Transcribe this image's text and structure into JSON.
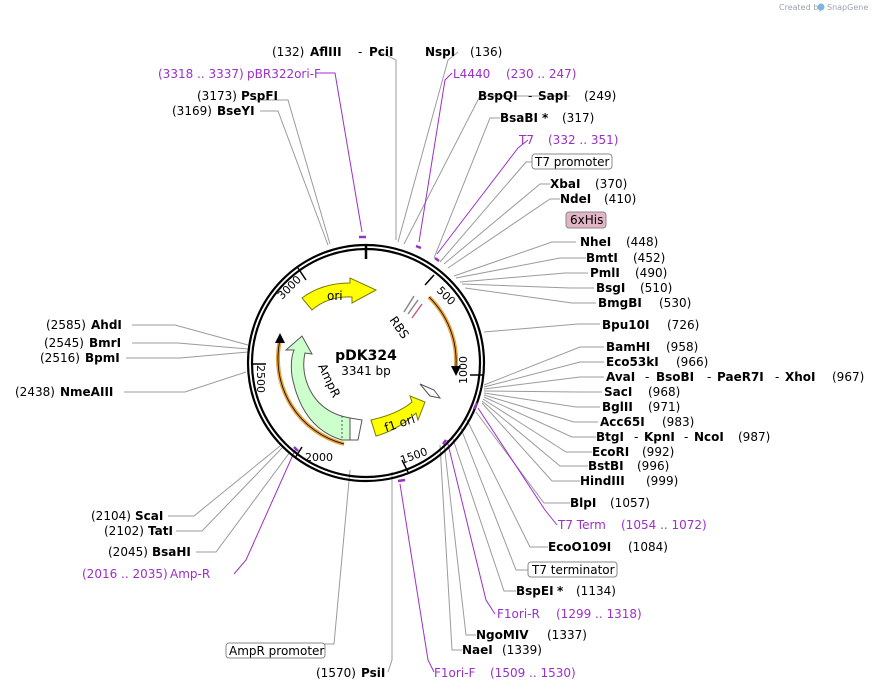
{
  "credit": {
    "created_by": "Created by",
    "brand": "SnapGene"
  },
  "plasmid": {
    "name": "pDK324",
    "size": "3341 bp"
  },
  "ticks": [
    "500",
    "1000",
    "1500",
    "2000",
    "2500",
    "3000"
  ],
  "features": {
    "ori": "ori",
    "rbs": "RBS",
    "ampr": "AmpR",
    "f1ori": "f1 ori"
  },
  "colors": {
    "ori": "#ffff00",
    "ampr": "#ccffcc",
    "primer": "#9b30c9",
    "promoter_arc": "#e8a13a",
    "his_box": "#e3b3c6"
  },
  "labels": {
    "afliii": {
      "pos": "(132)",
      "name": "AflIII"
    },
    "pcii": {
      "name": "PciI"
    },
    "nspi": {
      "name": "NspI",
      "pos": "(136)"
    },
    "pbr322orif": {
      "range": "(3318 .. 3337)",
      "name": "pBR322ori-F"
    },
    "l4440": {
      "name": "L4440",
      "range": "(230 .. 247)"
    },
    "pspfi": {
      "pos": "(3173)",
      "name": "PspFI"
    },
    "bspqi": {
      "name": "BspQI",
      "pos": "(249)"
    },
    "sapi": {
      "name": "SapI"
    },
    "bseyi": {
      "pos": "(3169)",
      "name": "BseYI"
    },
    "bsabi": {
      "name": "BsaBI",
      "star": "*",
      "pos": "(317)"
    },
    "t7": {
      "name": "T7",
      "range": "(332 .. 351)"
    },
    "t7promoter": {
      "name": "T7 promoter"
    },
    "xbai": {
      "name": "XbaI",
      "pos": "(370)"
    },
    "ndei": {
      "name": "NdeI",
      "pos": "(410)"
    },
    "his": {
      "name": "6xHis"
    },
    "nhei": {
      "name": "NheI",
      "pos": "(448)"
    },
    "bmti": {
      "name": "BmtI",
      "pos": "(452)"
    },
    "pmli": {
      "name": "PmlI",
      "pos": "(490)"
    },
    "bsgi": {
      "name": "BsgI",
      "pos": "(510)"
    },
    "bmgbi": {
      "name": "BmgBI",
      "pos": "(530)"
    },
    "bpu10i": {
      "name": "Bpu10I",
      "pos": "(726)"
    },
    "ahdi": {
      "pos": "(2585)",
      "name": "AhdI"
    },
    "bmri": {
      "pos": "(2545)",
      "name": "BmrI"
    },
    "bpmi": {
      "pos": "(2516)",
      "name": "BpmI"
    },
    "nmeaiii": {
      "pos": "(2438)",
      "name": "NmeAIII"
    },
    "bamhi": {
      "name": "BamHI",
      "pos": "(958)"
    },
    "eco53ki": {
      "name": "Eco53kI",
      "pos": "(966)"
    },
    "avai": {
      "name": "AvaI"
    },
    "bsobi": {
      "name": "BsoBI"
    },
    "paer7i": {
      "name": "PaeR7I"
    },
    "xhoi": {
      "name": "XhoI",
      "pos": "(967)"
    },
    "saci": {
      "name": "SacI",
      "pos": "(968)"
    },
    "bglii": {
      "name": "BglII",
      "pos": "(971)"
    },
    "acc65i": {
      "name": "Acc65I",
      "pos": "(983)"
    },
    "btgi": {
      "name": "BtgI"
    },
    "kpni": {
      "name": "KpnI"
    },
    "ncoi": {
      "name": "NcoI",
      "pos": "(987)"
    },
    "ecori": {
      "name": "EcoRI",
      "pos": "(992)"
    },
    "bstbi": {
      "name": "BstBI",
      "pos": "(996)"
    },
    "hindiii": {
      "name": "HindIII",
      "pos": "(999)"
    },
    "blpi": {
      "name": "BlpI",
      "pos": "(1057)"
    },
    "t7term": {
      "name": "T7 Term",
      "range": "(1054 .. 1072)"
    },
    "scai": {
      "pos": "(2104)",
      "name": "ScaI"
    },
    "tati": {
      "pos": "(2102)",
      "name": "TatI"
    },
    "bsahi": {
      "pos": "(2045)",
      "name": "BsaHI"
    },
    "ampr": {
      "range": "(2016 .. 2035)",
      "name": "Amp-R"
    },
    "ecoo109i": {
      "name": "EcoO109I",
      "pos": "(1084)"
    },
    "t7terminator": {
      "name": "T7 terminator"
    },
    "bspei": {
      "name": "BspEI",
      "star": "*",
      "pos": "(1134)"
    },
    "f1orir": {
      "name": "F1ori-R",
      "range": "(1299 .. 1318)"
    },
    "ngomiv": {
      "name": "NgoMIV",
      "pos": "(1337)"
    },
    "naei": {
      "name": "NaeI",
      "pos": "(1339)"
    },
    "amprpromoter": {
      "name": "AmpR promoter"
    },
    "psti": {
      "pos": "(1570)",
      "name": "PsiI"
    },
    "f1orif": {
      "name": "F1ori-F",
      "range": "(1509 .. 1530)"
    }
  }
}
